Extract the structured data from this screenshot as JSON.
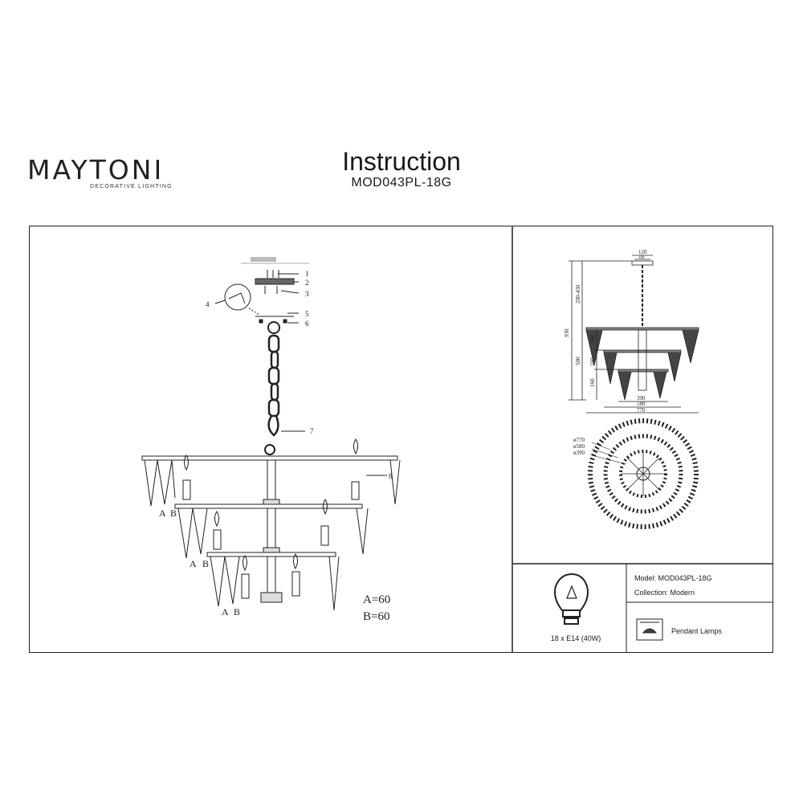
{
  "header": {
    "brand": "MAYTONI",
    "brand_sub": "DECORATIVE LIGHTING",
    "title": "Instruction",
    "model_code": "MOD043PL-18G"
  },
  "assembly": {
    "callouts": [
      "1",
      "2",
      "3",
      "4",
      "5",
      "6",
      "7",
      "8"
    ],
    "tier_labels": {
      "a": "A",
      "b": "B"
    },
    "angle_a": "A=60",
    "angle_b": "B=60"
  },
  "dimensions": {
    "top_widths": [
      "120",
      "100"
    ],
    "vertical": [
      "200-430",
      "930",
      "160",
      "500",
      "160",
      "160"
    ],
    "horizontal": [
      "390",
      "580",
      "770"
    ],
    "diameters": [
      "ø770",
      "ø580",
      "ø390"
    ]
  },
  "specs": {
    "model": "Model: MOD043PL-18G",
    "collection": "Collection: Modern",
    "bulb": "18 x E14 (40W)",
    "type": "Pendant Lamps"
  }
}
